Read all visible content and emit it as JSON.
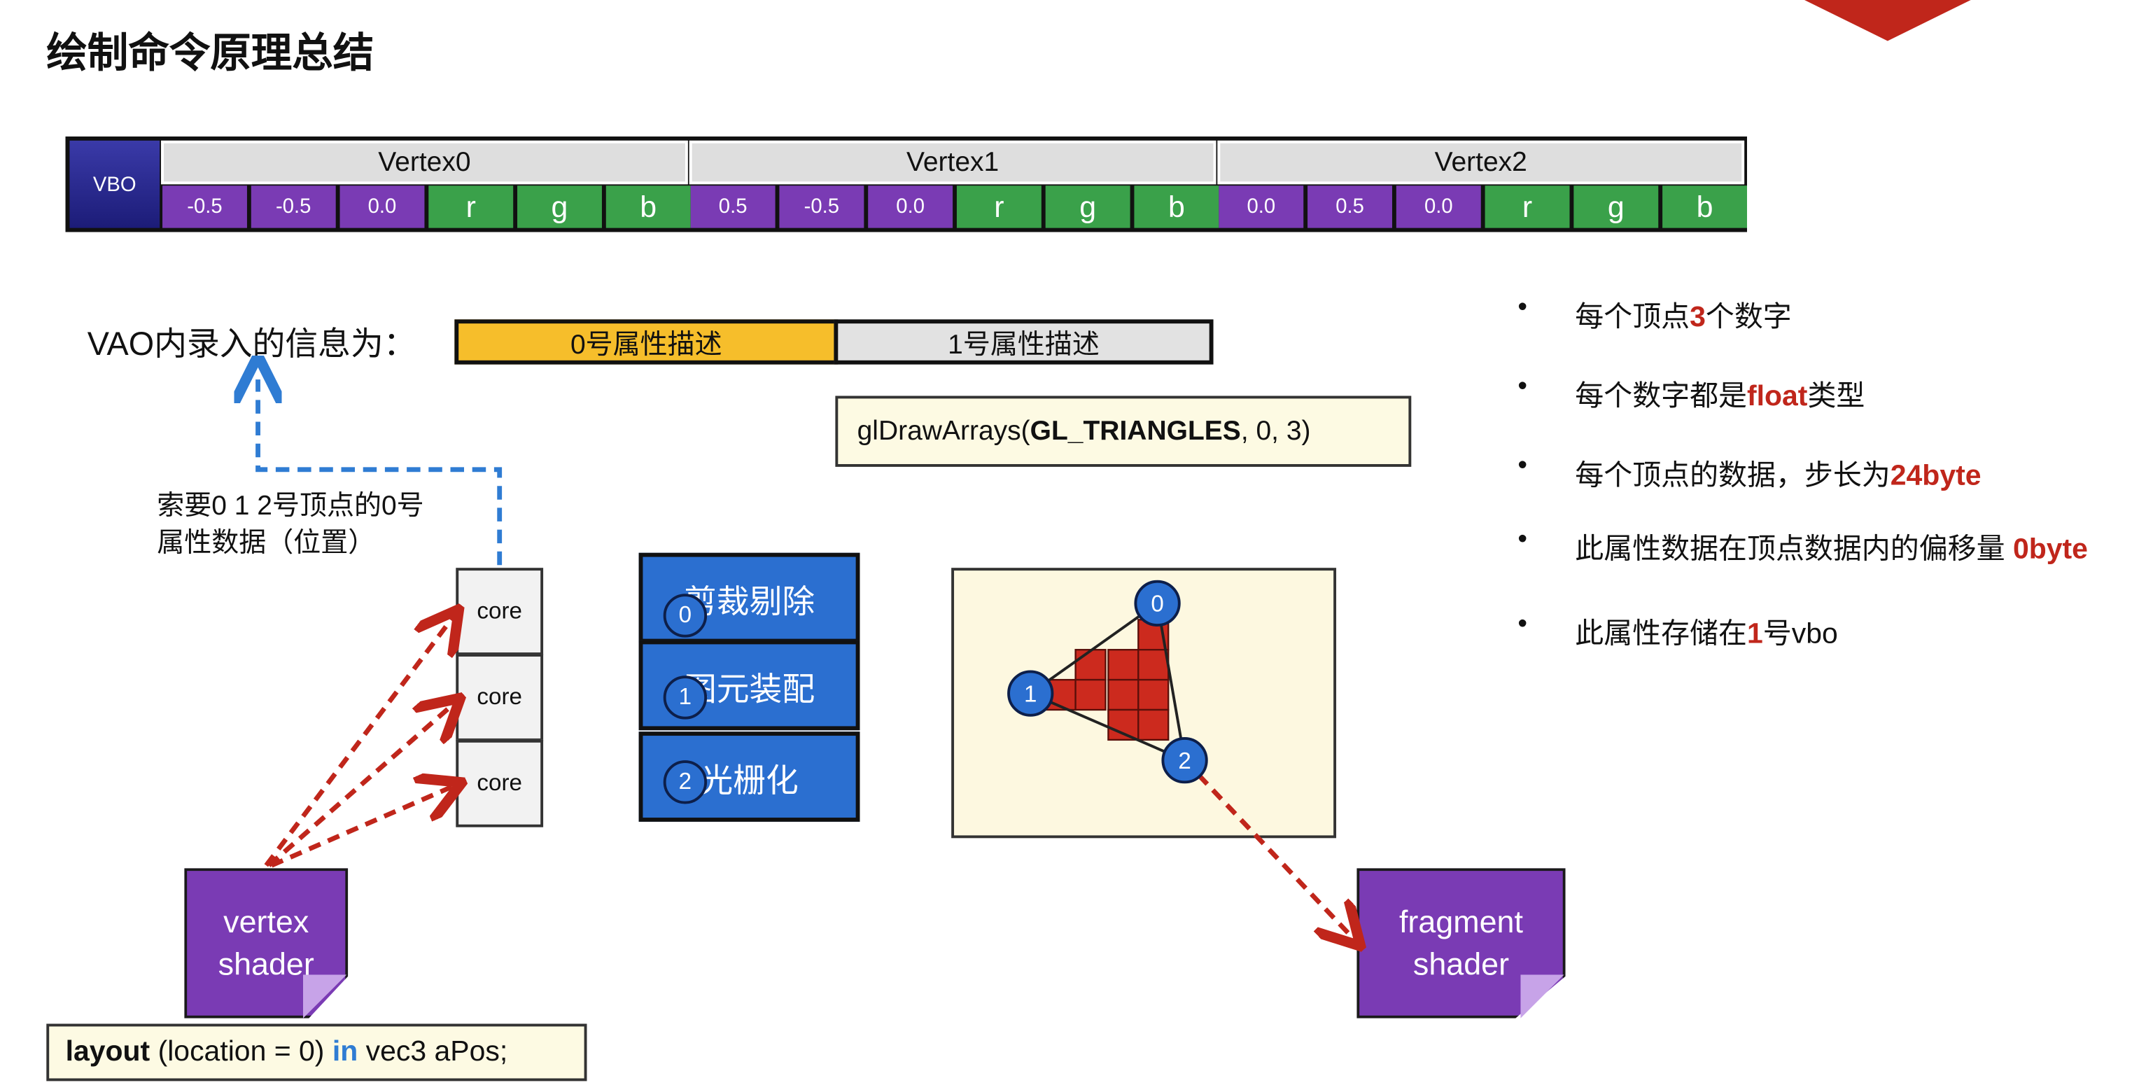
{
  "title": "绘制命令原理总结",
  "vbo": {
    "label": "VBO",
    "vertices": [
      {
        "name": "Vertex0",
        "values": [
          "-0.5",
          "-0.5",
          "0.0",
          "r",
          "g",
          "b"
        ]
      },
      {
        "name": "Vertex1",
        "values": [
          "0.5",
          "-0.5",
          "0.0",
          "r",
          "g",
          "b"
        ]
      },
      {
        "name": "Vertex2",
        "values": [
          "0.0",
          "0.5",
          "0.0",
          "r",
          "g",
          "b"
        ]
      }
    ]
  },
  "vao": {
    "label": "VAO内录入的信息为：",
    "attr0": "0号属性描述",
    "attr1": "1号属性描述"
  },
  "draw_call": {
    "func": "glDrawArrays(",
    "mode": "GL_TRIANGLES",
    "args": ", 0, 3)"
  },
  "request_note": {
    "line1": "索要0 1 2号顶点的0号",
    "line2": "属性数据（位置）"
  },
  "cores": [
    "core",
    "core",
    "core"
  ],
  "pipeline": [
    {
      "num": "0",
      "label": "剪裁剔除"
    },
    {
      "num": "1",
      "label": "图元装配"
    },
    {
      "num": "2",
      "label": "光栅化"
    }
  ],
  "raster": {
    "vertex_labels": [
      "0",
      "1",
      "2"
    ]
  },
  "vertex_shader": {
    "line1": "vertex",
    "line2": "shader"
  },
  "fragment_shader": {
    "line1": "fragment",
    "line2": "shader"
  },
  "layout_code": {
    "kw": "layout",
    "mid": " (location = 0) ",
    "in": "in",
    "tail": " vec3 aPos;"
  },
  "bullets": [
    {
      "pre": "每个顶点",
      "hl": "3",
      "post": "个数字"
    },
    {
      "pre": "每个数字都是",
      "hl": "float",
      "post": "类型"
    },
    {
      "pre": "每个顶点的数据，步长为",
      "hl": "24byte",
      "post": ""
    },
    {
      "pre": "此属性数据在顶点数据内的偏移量 ",
      "hl": "0byte",
      "post": ""
    },
    {
      "pre": "此属性存储在",
      "hl": "1",
      "post": "号vbo"
    }
  ],
  "colors": {
    "accent_red": "#c0261b",
    "vbo_purple": "#7a3bb4",
    "vbo_green": "#3aa14a",
    "attr0_yellow": "#f6be2b",
    "pipeline_blue": "#2b6fd0",
    "arrow_blue": "#2f7cd3",
    "arrow_red": "#c0261b"
  }
}
